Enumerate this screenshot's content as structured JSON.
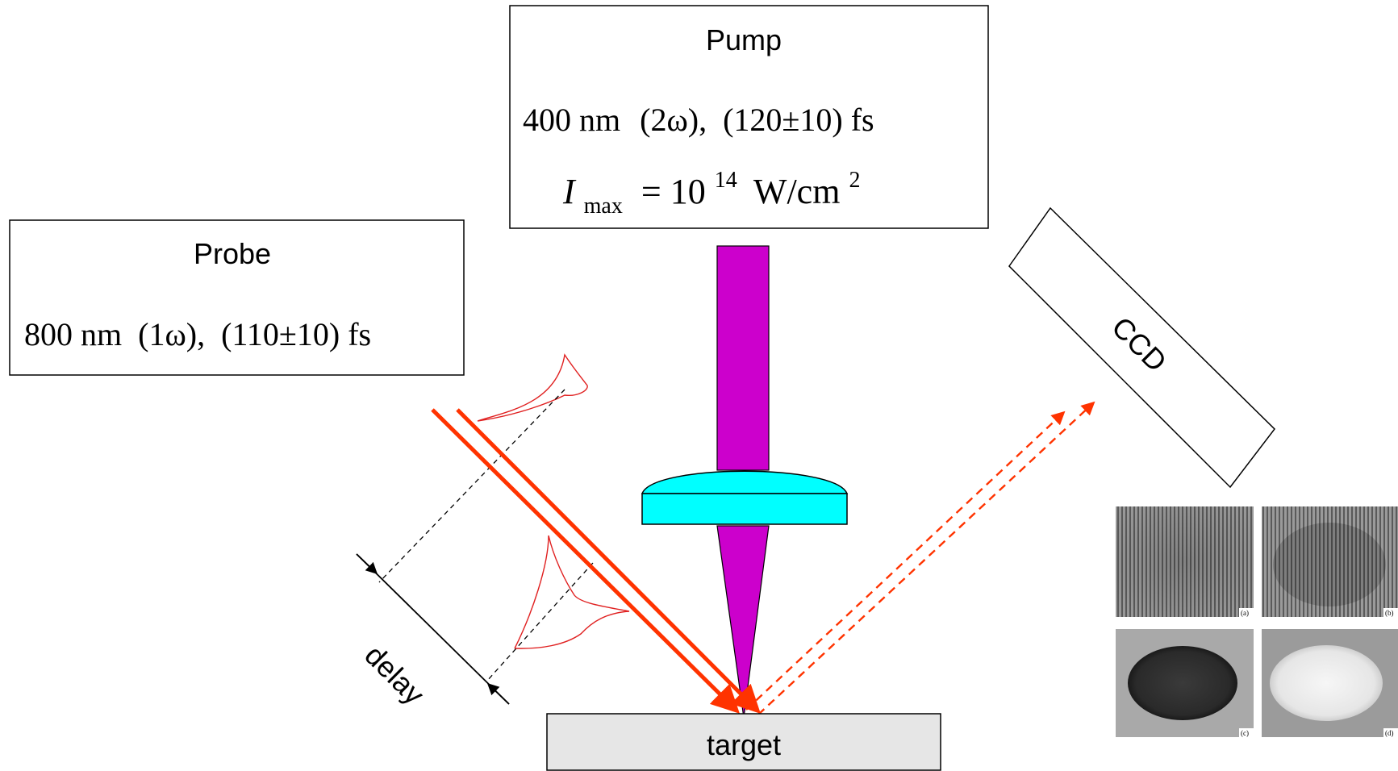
{
  "pump": {
    "title": "Pump",
    "wavelength": "400 nm",
    "harmonic": "(2ω),",
    "duration": "(120±10) fs",
    "intensity_symbol": "I",
    "intensity_subscript": "max",
    "intensity_eq": "= 10",
    "intensity_exponent": "14",
    "intensity_unit": "W/cm",
    "intensity_unit_exp": "2"
  },
  "probe": {
    "title": "Probe",
    "wavelength": "800 nm",
    "harmonic": "(1ω),",
    "duration": "(110±10) fs"
  },
  "detector": {
    "label": "CCD"
  },
  "target": {
    "label": "target"
  },
  "delay": {
    "label": "delay"
  },
  "panels": [
    {
      "label": "(a)"
    },
    {
      "label": "(b)"
    },
    {
      "label": "(c)"
    },
    {
      "label": "(d)"
    }
  ],
  "colors": {
    "pump_beam": "#cc00cc",
    "lens": "#00ffff",
    "probe_beam": "#ff3300",
    "pulse_envelope": "#e02020",
    "target_fill": "#e6e6e6"
  }
}
